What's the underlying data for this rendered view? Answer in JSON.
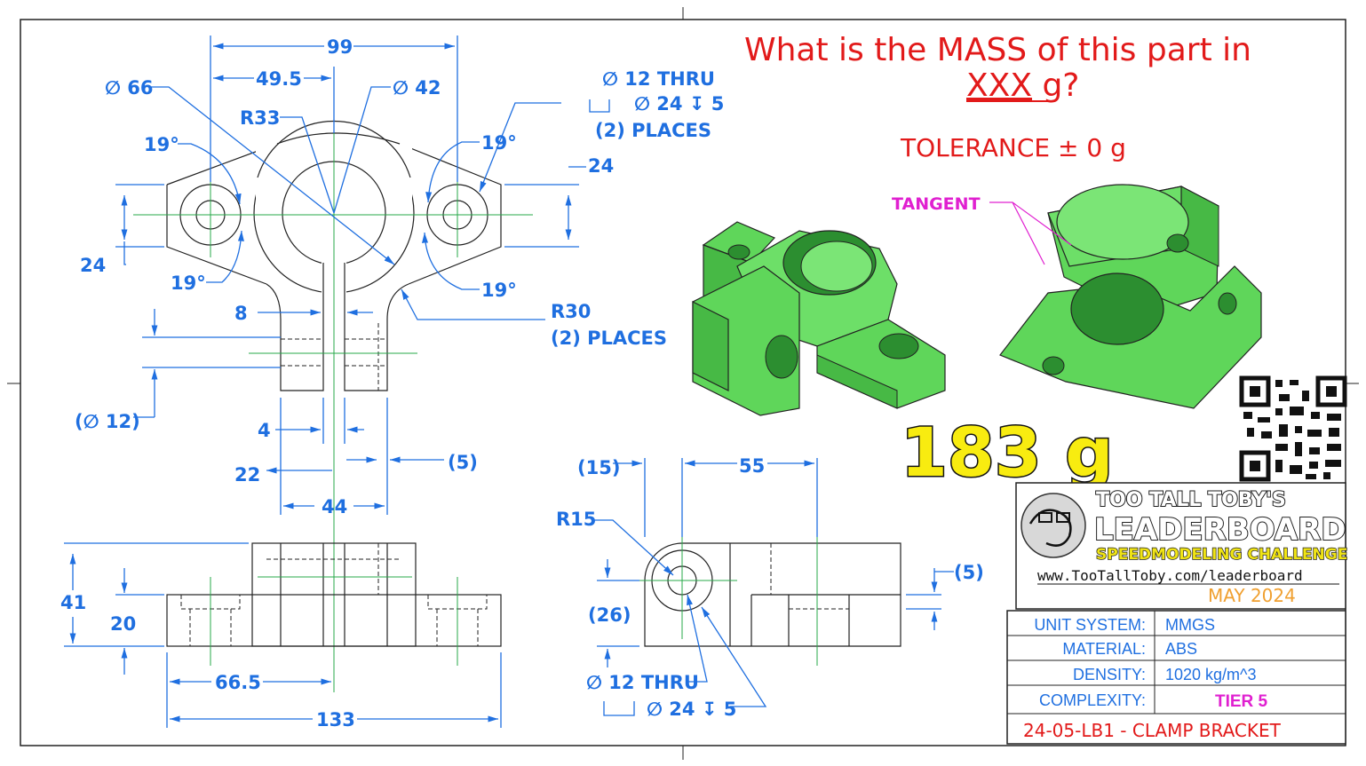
{
  "question": {
    "line1": "What is the MASS of this part in",
    "line2_units": "XXX",
    "line2_suffix": " g?",
    "tolerance": "TOLERANCE ± 0 g"
  },
  "callouts": {
    "tangent": "TANGENT"
  },
  "answer": "183 g",
  "top_view": {
    "d99": "99",
    "d49_5": "49.5",
    "dia66": "∅ 66",
    "dia42": "∅ 42",
    "r33": "R33",
    "ang_tl": "19°",
    "ang_tr": "19°",
    "ang_bl": "19°",
    "ang_br": "19°",
    "d24_r": "24",
    "d24_l": "24",
    "thru": "∅ 12 THRU",
    "cbore": "∅ 24 ↧ 5",
    "places2": "(2) PLACES",
    "r30": "R30",
    "r30_places": "(2) PLACES",
    "d8": "8",
    "dia12_ref": "(∅ 12)",
    "d4": "4",
    "d22": "22",
    "d5_ref": "(5)",
    "d44": "44"
  },
  "front_view": {
    "d41": "41",
    "d20": "20",
    "d66_5": "66.5",
    "d133": "133"
  },
  "side_view": {
    "d15_ref": "(15)",
    "d55": "55",
    "r15": "R15",
    "d26_ref": "(26)",
    "d5_ref": "(5)",
    "thru": "∅ 12 THRU",
    "cbore": "∅ 24 ↧ 5"
  },
  "leaderboard": {
    "line1": "TOO TALL TOBY'S",
    "line2": "LEADERBOARD",
    "line3": "SPEEDMODELING CHALLENGE",
    "url": "www.TooTallToby.com/leaderboard",
    "date": "MAY 2024"
  },
  "title_block": {
    "rows": [
      {
        "label": "UNIT SYSTEM:",
        "value": "MMGS"
      },
      {
        "label": "MATERIAL:",
        "value": "ABS"
      },
      {
        "label": "DENSITY:",
        "value": "1020 kg/m^3"
      },
      {
        "label": "COMPLEXITY:",
        "value": "TIER 5"
      }
    ],
    "part_name": "24-05-LB1 - CLAMP BRACKET"
  },
  "colors": {
    "dimension": "#1f6fe0",
    "question": "#e21a1a",
    "part_green": "#5fd65a",
    "answer_yellow": "#f8ec10",
    "tier": "#e020d0"
  }
}
